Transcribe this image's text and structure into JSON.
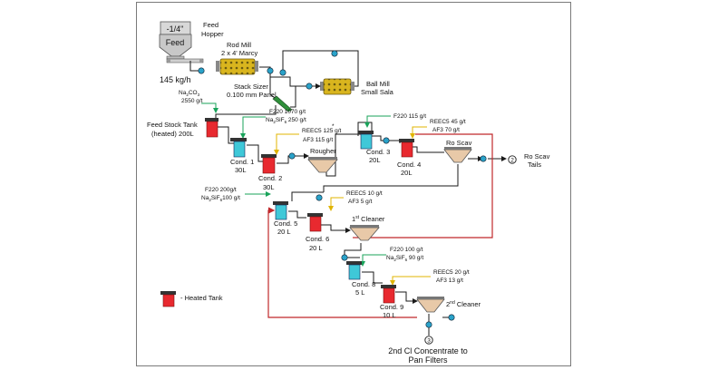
{
  "colors": {
    "flow_line": "#1a1a1a",
    "reagent_line_green": "#19a35a",
    "reagent_line_yellow": "#e0b400",
    "recycle_line_red": "#c0282b",
    "heated_tank": "#e8292f",
    "conditioner": "#3fc8d8",
    "flotation_cell": "#e8c9a8",
    "mill_body": "#d9b51e",
    "pump": "#2aa2c9"
  },
  "icons": {
    "hopper": "feed-hopper-icon",
    "rod_mill": "rod-mill-icon",
    "ball_mill": "ball-mill-icon",
    "screen": "screen-icon",
    "tank_heated": "heated-tank-icon",
    "conditioner": "conditioner-tank-icon",
    "cell": "flotation-cell-icon",
    "pump": "pump-icon",
    "stream_marker": "stream-number-icon"
  },
  "labels": {
    "hopper_size": "-1/4\"",
    "hopper_feed": "Feed",
    "feed_hopper_1": "Feed",
    "feed_hopper_2": "Hopper",
    "feed_rate": "145 kg/h",
    "rod_mill_1": "Rod Mill",
    "rod_mill_2": "2 x 4' Marcy",
    "stack_sizer_1": "Stack Sizer",
    "stack_sizer_2": "0.100 mm Panel",
    "ball_mill_1": "Ball Mill",
    "ball_mill_2": "Small Sala",
    "na2co3_main": "Na",
    "na2co3_sub": "2",
    "na2co3_tail": "CO",
    "na2co3_sub2": "3",
    "na2co3_dose": "2550 g/t",
    "feed_tank_1": "Feed Stock Tank",
    "feed_tank_2": "(heated) 200L",
    "reag1_line1": "F220 1070 g/t",
    "reag1_line2_main": "Na",
    "reag1_line2_sub": "2",
    "reag1_line2_mid": "SiF",
    "reag1_line2_sub2": "6",
    "reag1_line2_tail": " 250 g/t",
    "cond1_1": "Cond. 1",
    "cond1_2": "30L",
    "reag2_line1": "REEC5 125 g/t",
    "reag2_star": "*",
    "reag2_line2": "AF3 115 g/t",
    "cond2_1": "Cond. 2",
    "cond2_2": "30L",
    "rougher": "Rougher",
    "reag3": "F220 115 g/t",
    "cond3_1": "Cond. 3",
    "cond3_2": "20L",
    "reag4_line1": "REEC5 45 g/t",
    "reag4_line2": "AF3 70 g/t",
    "cond4_1": "Cond. 4",
    "cond4_2": "20L",
    "ro_scav": "Ro Scav",
    "ro_scav_tails_1": "Ro Scav",
    "ro_scav_tails_2": "Tails",
    "stream_2": "2",
    "reag5_line1": "F220 200g/t",
    "reag5_line2_main": "Na",
    "reag5_line2_sub": "2",
    "reag5_line2_mid": "SiF",
    "reag5_line2_sub2": "6",
    "reag5_line2_tail": "100 g/t",
    "reag6_line1": "REEC5 10 g/t",
    "reag6_line2": "AF3 5 g/t",
    "cond5_1": "Cond. 5",
    "cond5_2": "20 L",
    "cond6_1": "Cond. 6",
    "cond6_2": "20 L",
    "cleaner1_pre": "1",
    "cleaner1_sup": "st",
    "cleaner1_post": " Cleaner",
    "reag7_line1": "F220 100 g/t",
    "reag7_line2_main": "Na",
    "reag7_line2_sub": "2",
    "reag7_line2_mid": "SiF",
    "reag7_line2_sub2": "6",
    "reag7_line2_tail": " 90 g/t",
    "reag8_line1": "REEC5 20 g/t",
    "reag8_line2": "AF3 13 g/t",
    "cond8_1": "Cond. 8",
    "cond8_2": "5 L",
    "cond9_1": "Cond. 9",
    "cond9_2": "10 L",
    "cleaner2_pre": "2",
    "cleaner2_sup": "nd",
    "cleaner2_post": " Cleaner",
    "legend_heated": "- Heated Tank",
    "stream_3": "3",
    "final_1": "2nd Cl Concentrate to",
    "final_2": "Pan Filters"
  }
}
